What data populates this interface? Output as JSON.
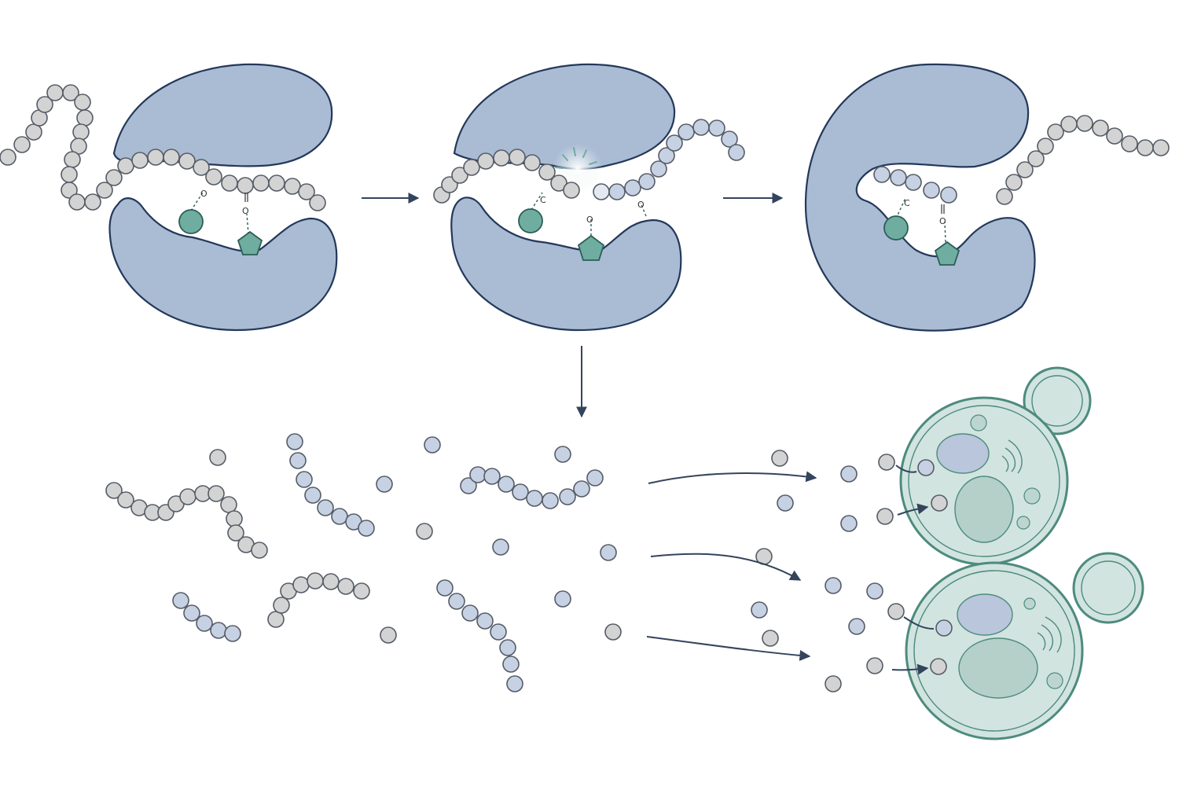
{
  "colors": {
    "enzyme_fill": "#aabbd4",
    "outline": "#23385a",
    "bead_gray": "#d3d3d3",
    "bead_blue": "#c6d1e3",
    "bead_new": "#e3e8f1",
    "bead_stroke": "#555c66",
    "teal": "#6fada0",
    "teal_dark": "#2c5e57",
    "arrow": "#34445c",
    "cell_fill": "#d2e4df",
    "cell_stroke": "#4d8b7e",
    "organelle": "#b4d0c8",
    "nucleus": "#b9c6dc",
    "vesicle": "#bcd6cf",
    "sparkle_glow": "#e8f1f0"
  },
  "atom_labels": {
    "carbon": "C",
    "oxygen": "O"
  },
  "icons": {
    "catalytic_residue": "circle",
    "binding_residue": "pentagon",
    "cell": "budding-yeast-cell"
  }
}
